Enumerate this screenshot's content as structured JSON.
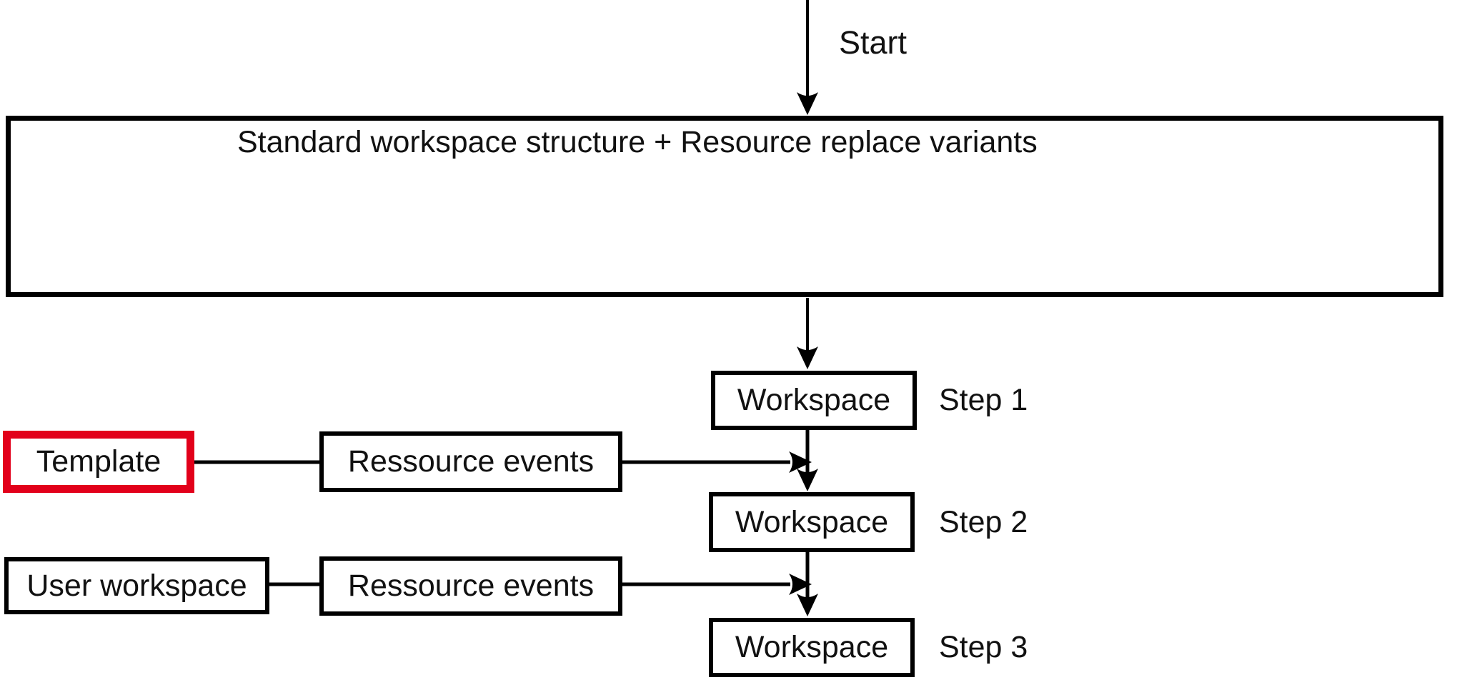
{
  "flow": {
    "start_label": "Start",
    "root_box": {
      "label": "Standard workspace structure + Resource replace variants"
    },
    "steps": [
      {
        "box": "Workspace",
        "label": "Step 1"
      },
      {
        "box": "Workspace",
        "label": "Step 2"
      },
      {
        "box": "Workspace",
        "label": "Step 3"
      }
    ],
    "inputs": [
      {
        "source": "Template",
        "via": "Ressource events",
        "highlighted": true
      },
      {
        "source": "User workspace",
        "via": "Ressource events",
        "highlighted": false
      }
    ],
    "colors": {
      "stroke": "#000000",
      "highlight": "#e2001a",
      "background": "#ffffff",
      "text": "#111111"
    }
  }
}
